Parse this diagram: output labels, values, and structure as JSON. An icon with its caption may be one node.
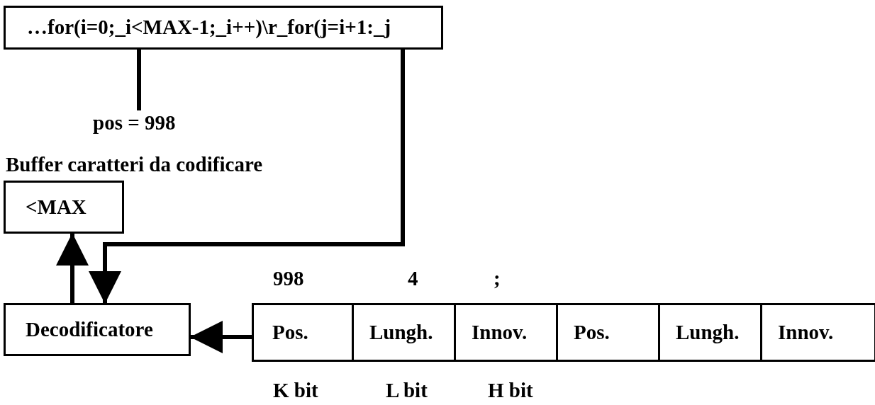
{
  "diagram": {
    "nodes": [
      {
        "text": [
          "…for(i=0;_i<MAX-1;_i++)\\r_for(j=i+1:_j"
        ]
      },
      {
        "text": [
          "pos = 998"
        ]
      },
      {
        "text": [
          "<MAX"
        ],
        "beside": [
          "Buffer caratteri da codificare"
        ]
      },
      {
        "text": [
          "Decodificatore"
        ]
      },
      {
        "text": [
          "Pos."
        ]
      },
      {
        "text": [
          "Lungh."
        ]
      },
      {
        "text": [
          "Innov."
        ]
      },
      {
        "text": [
          "Pos."
        ]
      },
      {
        "text": [
          "Lungh."
        ]
      },
      {
        "text": [
          "Innov."
        ]
      }
    ],
    "edges": [
      {
        "from": 0,
        "to": 1,
        "arrow": "none"
      },
      {
        "from": 0,
        "to": 3,
        "arrow": "to"
      },
      {
        "from": 3,
        "to": 2,
        "arrow": "to"
      },
      {
        "from": 4,
        "to": 3,
        "arrow": "to"
      }
    ],
    "labels": [
      "998",
      "4",
      ";",
      "K bit",
      "L bit",
      "H bit"
    ]
  }
}
